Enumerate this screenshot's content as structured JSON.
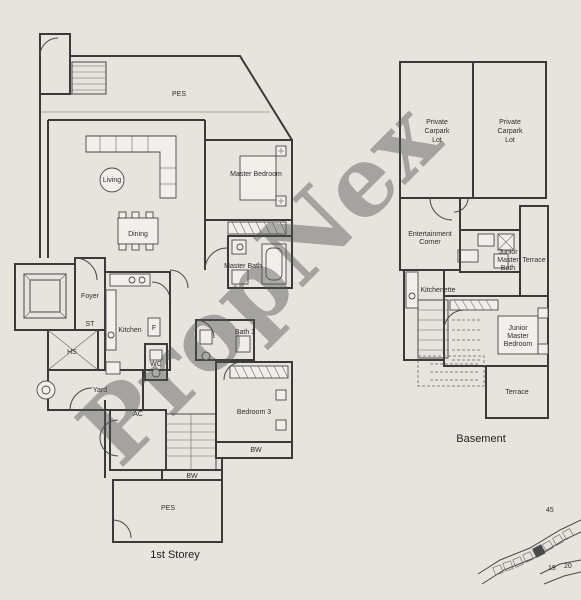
{
  "plan_1st": {
    "title": "1st Storey",
    "rooms": {
      "pes_top": "PES",
      "living": "Living",
      "master_bedroom": "Master Bedroom",
      "dining": "Dining",
      "master_bath": "Master Bath",
      "foyer": "Foyer",
      "st": "ST",
      "kitchen": "Kitchen",
      "f": "F",
      "bath3": "Bath 3",
      "hs": "HS",
      "wc": "WC",
      "yard": "Yard",
      "ac": "AC",
      "bedroom3": "Bedroom 3",
      "bw1": "BW",
      "bw2": "BW",
      "pes_bottom": "PES"
    }
  },
  "plan_basement": {
    "title": "Basement",
    "rooms": {
      "carpark1": "Private Carpark Lot",
      "carpark2": "Private Carpark Lot",
      "entertainment": "Entertainment Corner",
      "junior_bath": "Junior Master Bath",
      "terrace1": "Terrace",
      "kitchenette": "Kitchenette",
      "junior_bedroom": "Junior Master Bedroom",
      "terrace2": "Terrace"
    }
  },
  "site_key": {
    "labels": [
      "45",
      "19",
      "20"
    ]
  },
  "watermark": "PropNex"
}
